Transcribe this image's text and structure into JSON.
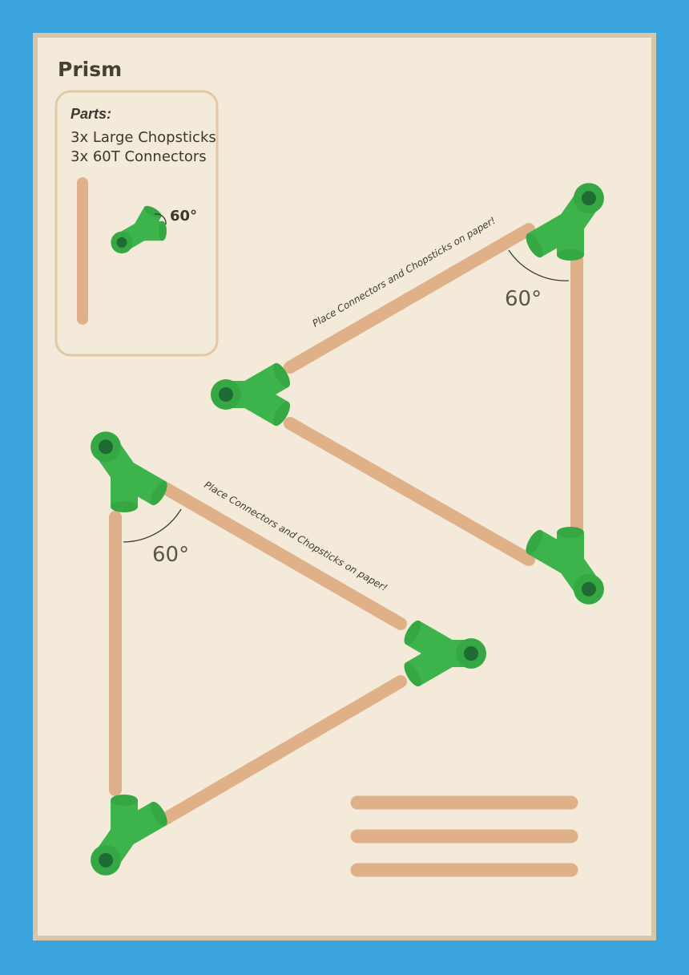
{
  "page": {
    "title": "Prism"
  },
  "parts": {
    "heading": "Parts:",
    "lines": [
      "3x Large Chopsticks",
      "3x 60T Connectors"
    ],
    "angle_label": "60°"
  },
  "assemblies": [
    {
      "angle_label": "60°",
      "instruction": "Place Connectors and Chopsticks on paper!"
    },
    {
      "angle_label": "60°",
      "instruction": "Place Connectors and Chopsticks on paper!"
    }
  ],
  "loose_chopsticks_count": 3,
  "colors": {
    "background": "#3ba3dd",
    "paper": "#f3eada",
    "paper_border": "#d7c7a8",
    "chopstick": "#e0b188",
    "connector": "#3db44b",
    "connector_hole": "#1e6b34"
  }
}
